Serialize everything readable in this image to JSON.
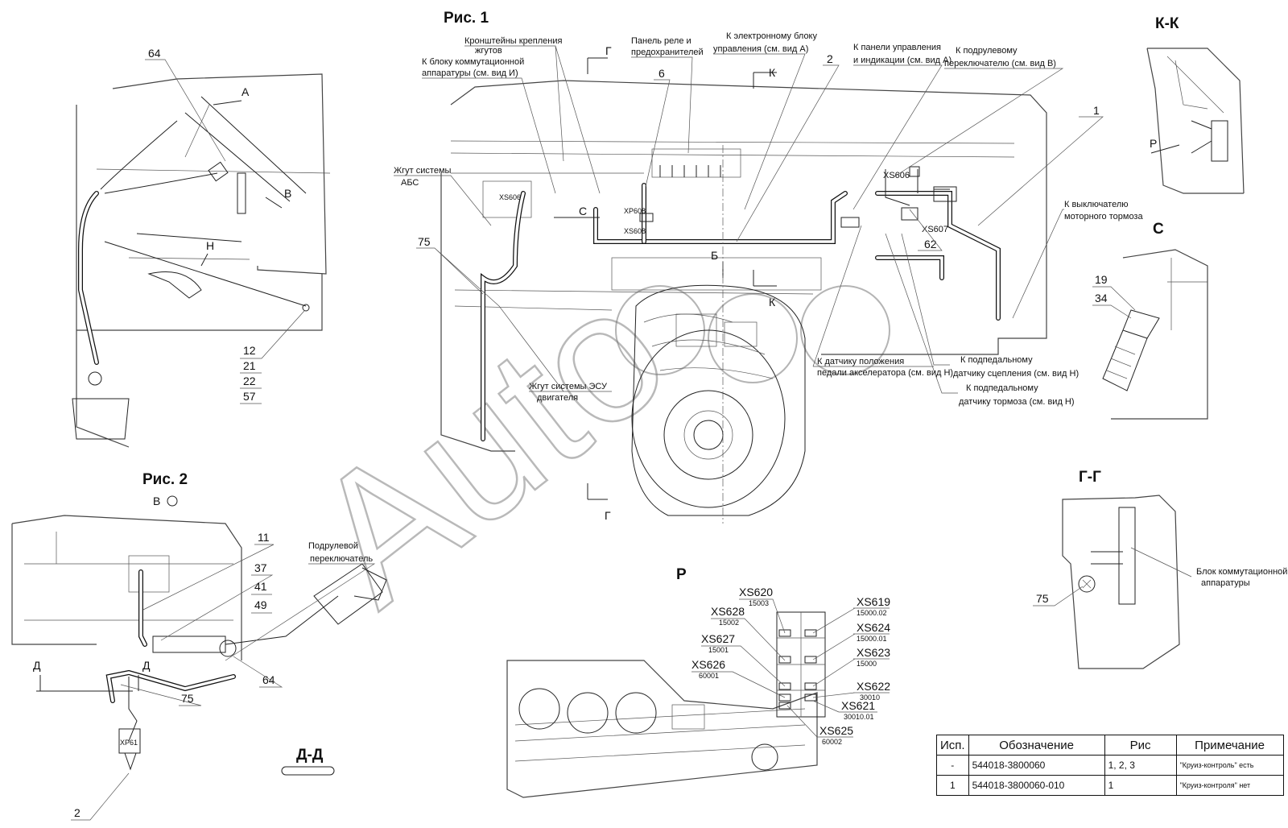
{
  "figures": {
    "fig1": "Рис. 1",
    "fig2": "Рис. 2",
    "fig2_view": "В",
    "fig2_view_symbol": "⭮"
  },
  "sections": {
    "kk": "К-К",
    "gg": "Г-Г",
    "c": "С",
    "r": "Р",
    "dd": "Д-Д"
  },
  "view_letters": {
    "a": "А",
    "v": "В",
    "n": "Н",
    "b": "Б",
    "c": "С",
    "k": "К",
    "g": "Г",
    "d": "Д",
    "p": "Р"
  },
  "callouts": {
    "brackets": "Кронштейны крепления жгутов",
    "switch_block": "К блоку коммутационной аппаратуры (см. вид И)",
    "relay_panel": "Панель реле и предохранителей",
    "ecu": "К электронному блоку управления (см. вид А)",
    "control_panel": "К панели управления и индикации (см. вид А)",
    "steering_switch": "К подрулевому переключателю (см. вид В)",
    "abs": "Жгут системы АБС",
    "engine_brake": "К выключателю моторного тормоза",
    "accel_pedal": "К датчику положения педали акселератора (см. вид Н)",
    "clutch_sensor": "К подпедальному датчику сцепления (см. вид Н)",
    "brake_sensor": "К подпедальному датчику тормоза (см. вид Н)",
    "esu": "Жгут системы ЭСУ двигателя",
    "steering_label": "Подрулевой переключатель",
    "switch_block_gg": "Блок коммутационной аппаратуры"
  },
  "numbers": {
    "n64": "64",
    "n12": "12",
    "n21": "21",
    "n22": "22",
    "n57": "57",
    "n6": "6",
    "n2": "2",
    "n1": "1",
    "n75": "75",
    "n62": "62",
    "n19": "19",
    "n34": "34",
    "n11": "11",
    "n37": "37",
    "n41": "41",
    "n49": "49"
  },
  "connectors": {
    "xs606": "XS606",
    "xs607": "XS607",
    "xp608": "XP608",
    "xs608": "XS608",
    "xs620": "XS620",
    "xs620_code": "15003",
    "xs619": "XS619",
    "xs619_code": "15000.02",
    "xs628": "XS628",
    "xs628_code": "15002",
    "xs624": "XS624",
    "xs624_code": "15000.01",
    "xs627": "XS627",
    "xs627_code": "15001",
    "xs623": "XS623",
    "xs623_code": "15000",
    "xs626": "XS626",
    "xs626_code": "60001",
    "xs622": "XS622",
    "xs622_code": "30010",
    "xs621": "XS621",
    "xs621_code": "30010.01",
    "xs625": "XS625",
    "xs625_code": "60002",
    "xp61": "XP61"
  },
  "watermark": "Auto",
  "spec_table": {
    "headers": [
      "Исп.",
      "Обозначение",
      "Рис",
      "Примечание"
    ],
    "rows": [
      [
        "-",
        "544018-3800060",
        "1, 2, 3",
        "\"Круиз-контроль\" есть"
      ],
      [
        "1",
        "544018-3800060-010",
        "1",
        "\"Круиз-контроля\" нет"
      ]
    ]
  }
}
